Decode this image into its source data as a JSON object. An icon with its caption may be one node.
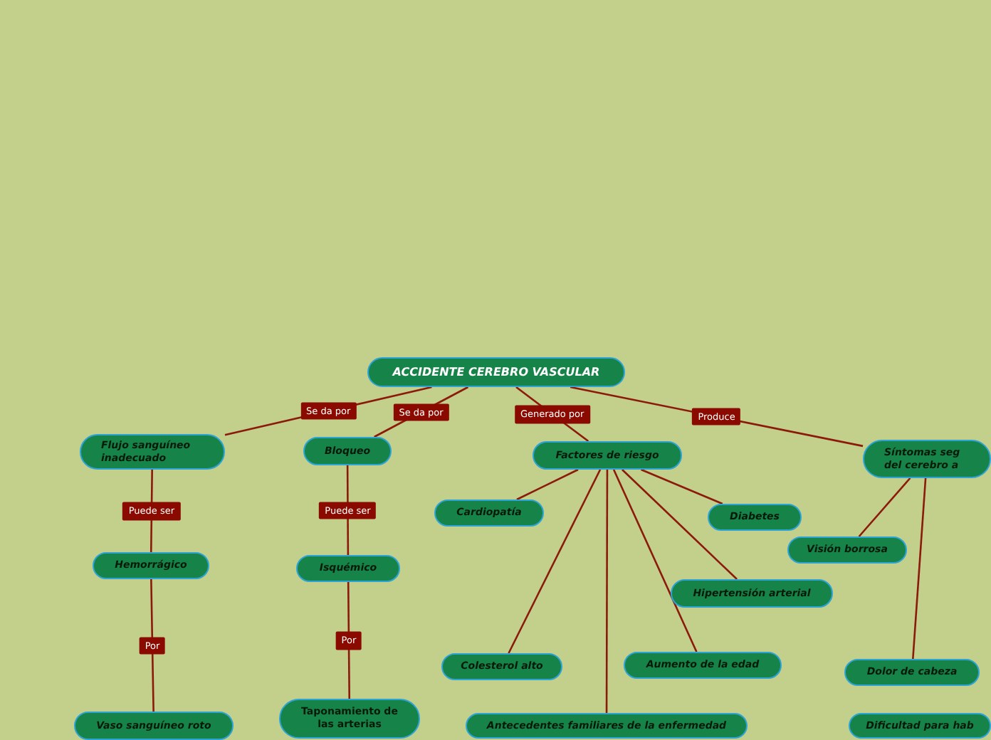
{
  "diagram": {
    "nodes": [
      {
        "text": [
          "ACCIDENTE CEREBRO VASCULAR"
        ]
      },
      {
        "text": [
          "Flujo sanguíneo inadecuado"
        ]
      },
      {
        "text": [
          "Bloqueo"
        ]
      },
      {
        "text": [
          "Factores de riesgo"
        ]
      },
      {
        "text": [
          "Síntomas seg del cerebro a"
        ]
      },
      {
        "text": [
          "Hemorrágico"
        ]
      },
      {
        "text": [
          "Isquémico"
        ]
      },
      {
        "text": [
          "Cardiopatía"
        ]
      },
      {
        "text": [
          "Diabetes"
        ]
      },
      {
        "text": [
          "Visión borrosa"
        ]
      },
      {
        "text": [
          "Hipertensión arterial"
        ]
      },
      {
        "text": [
          "Colesterol alto"
        ]
      },
      {
        "text": [
          "Aumento de la edad"
        ]
      },
      {
        "text": [
          "Dolor de cabeza"
        ]
      },
      {
        "text": [
          "Vaso sanguíneo roto"
        ]
      },
      {
        "text": [
          "Taponamiento de las arterias"
        ]
      },
      {
        "text": [
          "Antecedentes familiares de la enfermedad"
        ]
      },
      {
        "text": [
          "Dificultad para hab"
        ]
      }
    ],
    "edges": [
      {
        "from": 0,
        "to": 1,
        "arrow": "none",
        "label": "Se da por"
      },
      {
        "from": 0,
        "to": 2,
        "arrow": "none",
        "label": "Se da por"
      },
      {
        "from": 0,
        "to": 3,
        "arrow": "none",
        "label": "Generado por"
      },
      {
        "from": 0,
        "to": 4,
        "arrow": "none",
        "label": "Produce"
      },
      {
        "from": 1,
        "to": 5,
        "arrow": "none",
        "label": "Puede ser"
      },
      {
        "from": 2,
        "to": 6,
        "arrow": "none",
        "label": "Puede ser"
      },
      {
        "from": 5,
        "to": 14,
        "arrow": "none",
        "label": "Por"
      },
      {
        "from": 6,
        "to": 15,
        "arrow": "none",
        "label": "Por"
      },
      {
        "from": 3,
        "to": 7,
        "arrow": "none"
      },
      {
        "from": 3,
        "to": 8,
        "arrow": "none"
      },
      {
        "from": 3,
        "to": 10,
        "arrow": "none"
      },
      {
        "from": 3,
        "to": 11,
        "arrow": "none"
      },
      {
        "from": 3,
        "to": 12,
        "arrow": "none"
      },
      {
        "from": 3,
        "to": 16,
        "arrow": "none"
      },
      {
        "from": 4,
        "to": 9,
        "arrow": "none"
      },
      {
        "from": 4,
        "to": 13,
        "arrow": "none"
      }
    ]
  }
}
